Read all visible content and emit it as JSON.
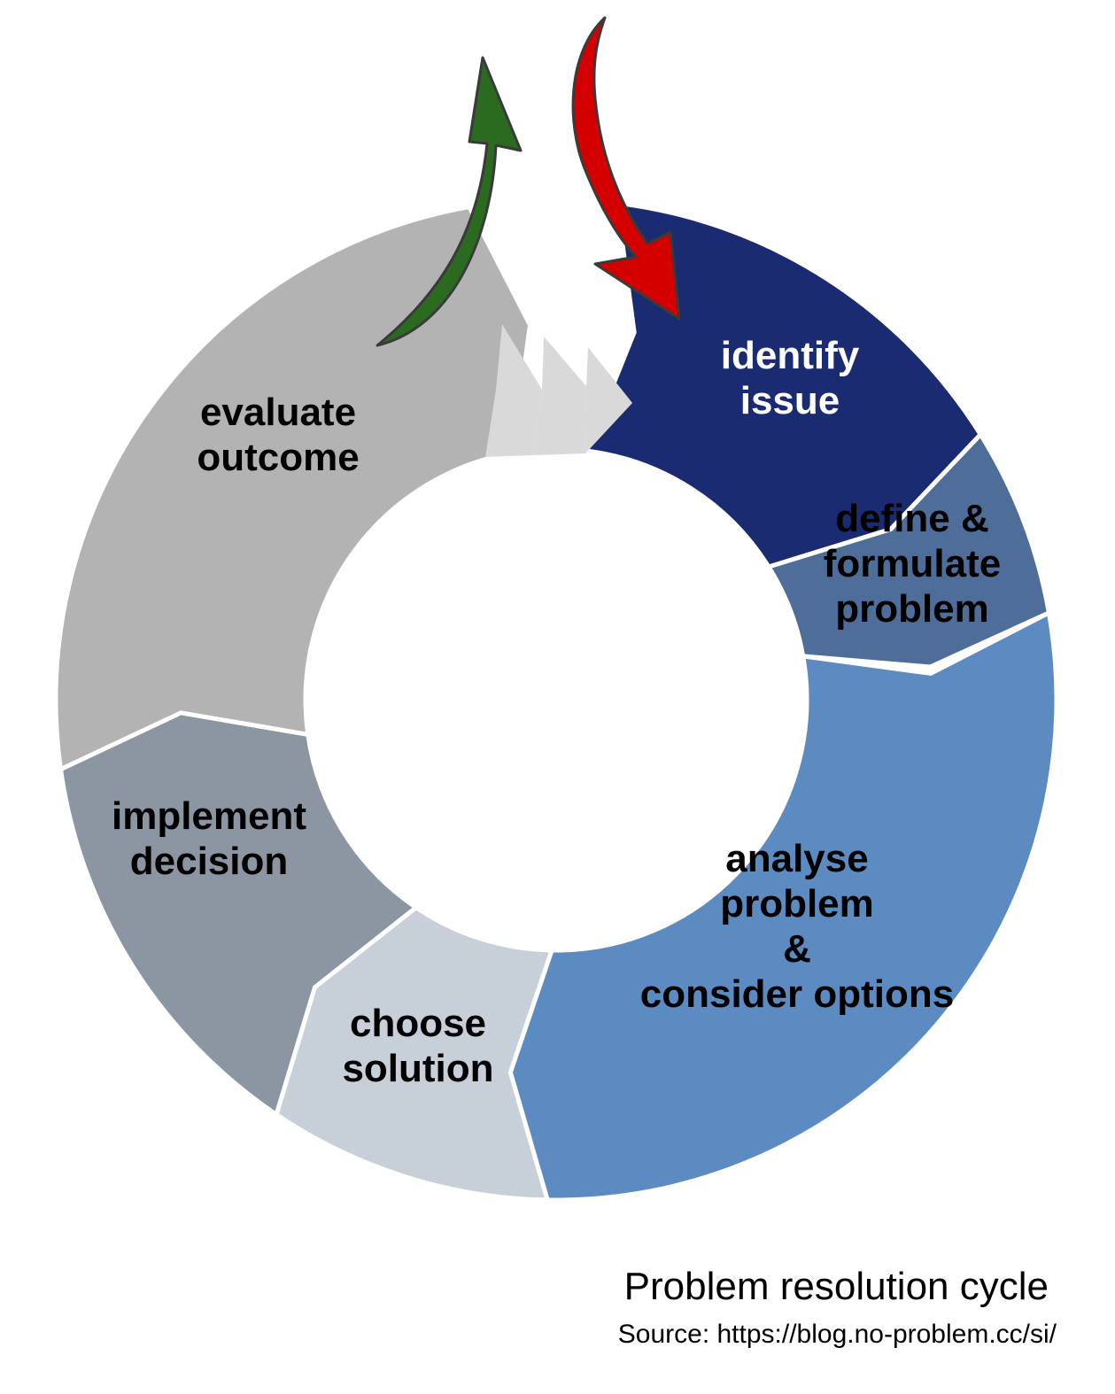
{
  "diagram": {
    "title": "Problem resolution cycle",
    "source": "Source: https://blog.no-problem.cc/si/",
    "steps": [
      {
        "id": "identify",
        "lines": [
          "identify",
          "issue"
        ],
        "color": "#1a2b72",
        "text_color": "#ffffff"
      },
      {
        "id": "define",
        "lines": [
          "define &",
          "formulate",
          "problem"
        ],
        "color": "#4f6d99",
        "text_color": "#000000"
      },
      {
        "id": "analyse",
        "lines": [
          "analyse",
          "problem",
          "&",
          "consider options"
        ],
        "color": "#5b8bc1",
        "text_color": "#000000"
      },
      {
        "id": "choose",
        "lines": [
          "choose",
          "solution"
        ],
        "color": "#c7cfd9",
        "text_color": "#000000"
      },
      {
        "id": "implement",
        "lines": [
          "implement",
          "decision"
        ],
        "color": "#8c96a3",
        "text_color": "#000000"
      },
      {
        "id": "evaluate",
        "lines": [
          "evaluate",
          "outcome"
        ],
        "color": "#b3b3b3",
        "text_color": "#000000"
      }
    ],
    "arrows": {
      "entry": {
        "meaning": "problem enters cycle",
        "color": "#d40000"
      },
      "exit": {
        "meaning": "resolved exit",
        "color": "#2a6b20"
      },
      "outline": "#3a3a3a",
      "chevrons": "#d9d9d9"
    }
  }
}
